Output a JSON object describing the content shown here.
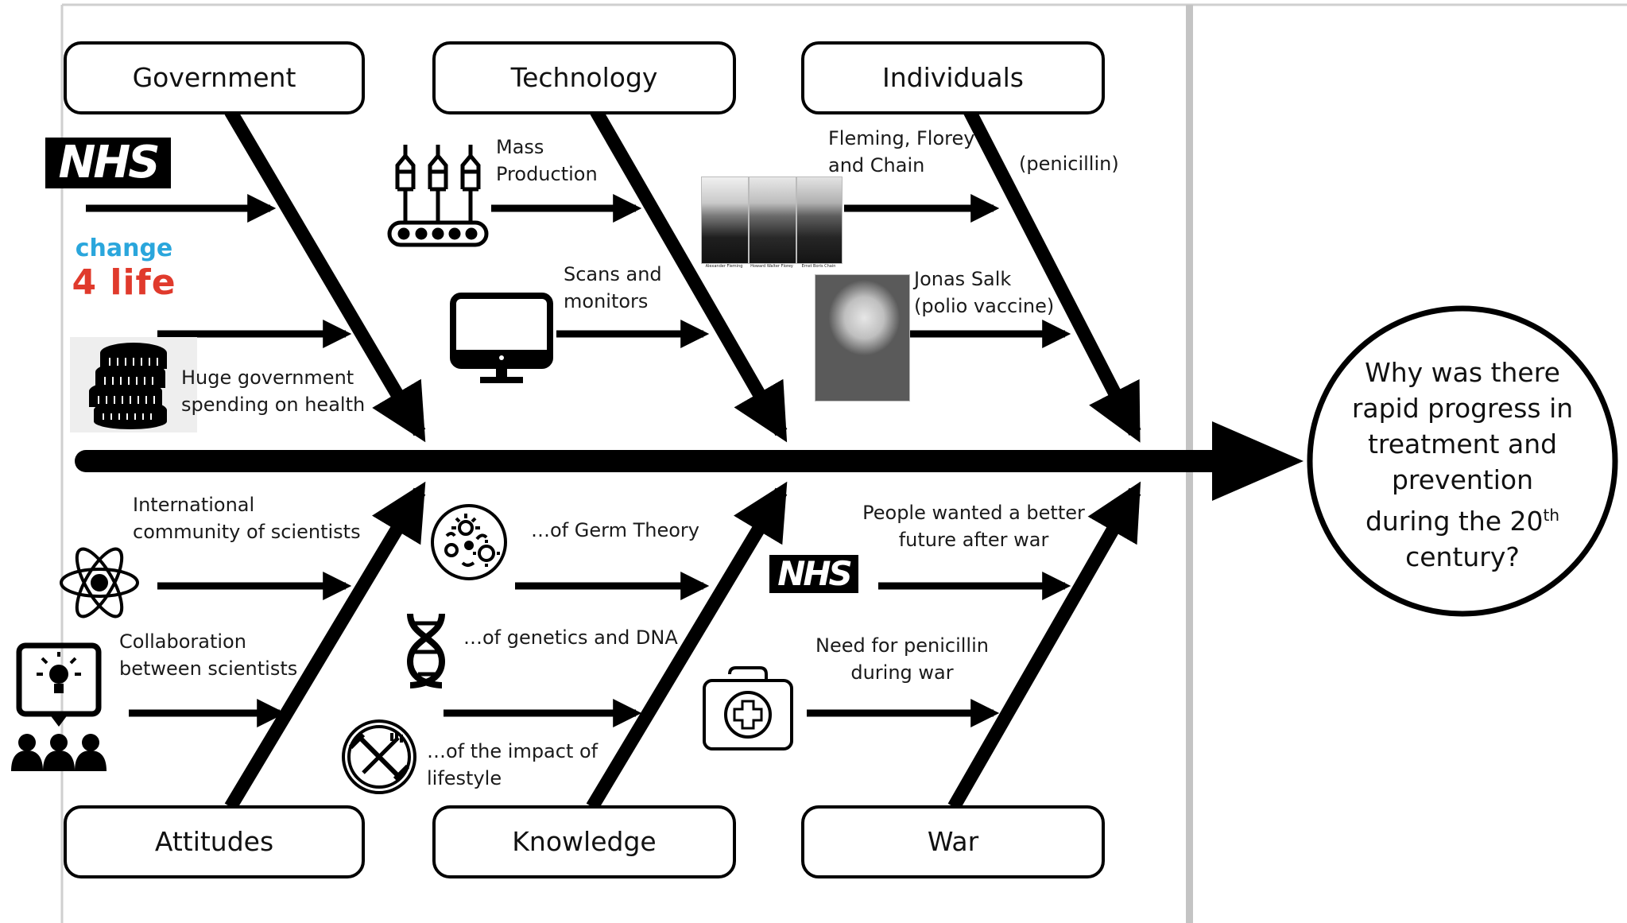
{
  "categories": {
    "government": "Government",
    "technology": "Technology",
    "individuals": "Individuals",
    "attitudes": "Attitudes",
    "knowledge": "Knowledge",
    "war": "War"
  },
  "question": {
    "line1": "Why was there",
    "line2": "rapid progress in",
    "line3": "treatment and",
    "line4": "prevention",
    "line5_pre": "during the 20",
    "line5_sup": "th",
    "line6": "century?"
  },
  "causes": {
    "gov_spending_1": "Huge government",
    "gov_spending_2": "spending on health",
    "tech_mass_1": "Mass",
    "tech_mass_2": "Production",
    "tech_scans_1": "Scans and",
    "tech_scans_2": "monitors",
    "ind_fleming_1": "Fleming, Florey",
    "ind_fleming_2": "and Chain",
    "ind_penicillin": "(penicillin)",
    "ind_salk_1": "Jonas Salk",
    "ind_salk_2": "(polio vaccine)",
    "att_intl_1": "International",
    "att_intl_2": "community of scientists",
    "att_collab_1": "Collaboration",
    "att_collab_2": "between scientists",
    "know_germ": "…of Germ Theory",
    "know_dna": "…of genetics and DNA",
    "know_life_1": "…of the impact of",
    "know_life_2": "lifestyle",
    "war_future_1": "People wanted a better",
    "war_future_2": "future after war",
    "war_pen_1": "Need for penicillin",
    "war_pen_2": "during war"
  },
  "logos": {
    "nhs": "NHS",
    "change": "change",
    "four_life": "4 life"
  },
  "photo_captions": {
    "fleming": "Alexander Fleming",
    "florey": "Howard Walter Florey",
    "chain": "Ernst Boris Chain"
  },
  "icons": [
    "factory-icon",
    "computer-monitor-icon",
    "coins-stack-icon",
    "atom-icon",
    "teacher-idea-icon",
    "bacteria-icon",
    "dna-icon",
    "fitness-food-icon",
    "first-aid-kit-icon"
  ],
  "colors": {
    "ink": "#000000",
    "border": "#c8c8c8",
    "change4life_blue": "#2aa6dc",
    "change4life_red": "#e03a2c",
    "change4life_green": "#5fb134",
    "change4life_orange": "#f39a1e"
  }
}
